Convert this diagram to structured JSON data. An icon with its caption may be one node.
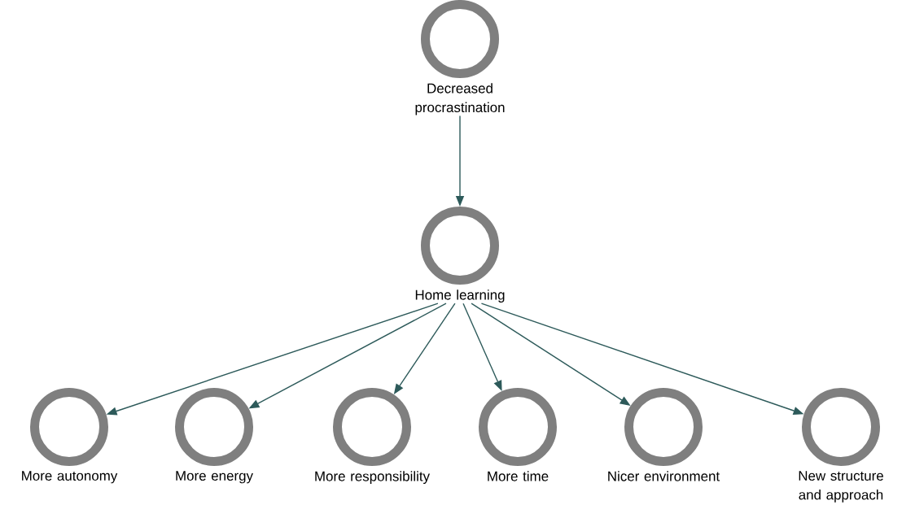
{
  "diagram": {
    "nodes": [
      {
        "text": [
          "Decreased procrastination"
        ]
      },
      {
        "text": [
          "Home learning"
        ]
      },
      {
        "text": [
          "More autonomy"
        ]
      },
      {
        "text": [
          "More energy"
        ]
      },
      {
        "text": [
          "More responsibility"
        ]
      },
      {
        "text": [
          "More time"
        ]
      },
      {
        "text": [
          "Nicer environment"
        ]
      },
      {
        "text": [
          "New structure and approach"
        ]
      }
    ],
    "edges": [
      {
        "from": 0,
        "to": 1,
        "arrow": "to"
      },
      {
        "from": 1,
        "to": 2,
        "arrow": "to"
      },
      {
        "from": 1,
        "to": 3,
        "arrow": "to"
      },
      {
        "from": 1,
        "to": 4,
        "arrow": "to"
      },
      {
        "from": 1,
        "to": 5,
        "arrow": "to"
      },
      {
        "from": 1,
        "to": 6,
        "arrow": "to"
      },
      {
        "from": 1,
        "to": 7,
        "arrow": "to"
      }
    ]
  }
}
